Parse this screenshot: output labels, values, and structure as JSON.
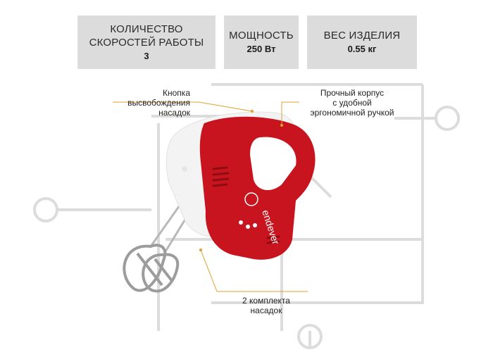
{
  "specs": [
    {
      "label_lines": [
        "КОЛИЧЕСТВО",
        "СКОРОСТЕЙ РАБОТЫ"
      ],
      "value": "3"
    },
    {
      "label_lines": [
        "МОЩНОСТЬ"
      ],
      "value": "250 Вт"
    },
    {
      "label_lines": [
        "ВЕС ИЗДЕЛИЯ"
      ],
      "value": "0.55 кг"
    }
  ],
  "callouts": {
    "release_button": [
      "Кнопка",
      "высвобождения",
      "насадок"
    ],
    "body": [
      "Прочный корпус",
      "с удобной",
      "эргономичной ручкой"
    ],
    "beaters": [
      "2 комплекта",
      "насадок"
    ]
  },
  "brand_text": "endever",
  "colors": {
    "spec_bg": "#dcdcdc",
    "product_red": "#c8141e",
    "product_white": "#f4f4f4",
    "leader_line": "#e0a030",
    "bg_art": "#d8d8d8"
  }
}
